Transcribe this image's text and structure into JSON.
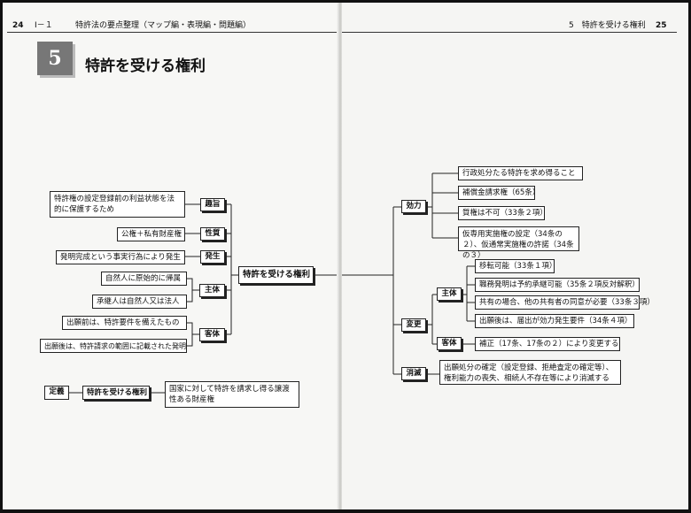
{
  "header": {
    "left_page_num": "24",
    "left_chapter": "Ⅰ－１",
    "left_title": "特許法の要点整理（マップ編・表現編・問題編）",
    "right_section": "5　特許を受ける権利",
    "right_page_num": "25"
  },
  "section": {
    "number": "5",
    "title": "特許を受ける権利"
  },
  "map": {
    "center": "特許を受ける権利",
    "left": {
      "purpose": {
        "label": "趣旨",
        "item": "特許権の設定登録前の利益状態を法的に保護するため"
      },
      "nature": {
        "label": "性質",
        "item": "公権＋私有財産権"
      },
      "origin": {
        "label": "発生",
        "item": "発明完成という事実行為により発生"
      },
      "subject": {
        "label": "主体",
        "items": [
          "自然人に原始的に帰属",
          "承継人は自然人又は法人"
        ]
      },
      "object": {
        "label": "客体",
        "items": [
          "出願前は、特許要件を備えたもの",
          "出願後は、特許請求の範囲に記載された発明"
        ]
      }
    },
    "right": {
      "effect": {
        "label": "効力",
        "items": [
          "行政処分たる特許を求め得ること",
          "補償金請求権（65条）",
          "質権は不可（33条２項）",
          "仮専用実施権の設定（34条の２）、仮通常実施権の許諾（34条の３）"
        ]
      },
      "change": {
        "label": "変更",
        "subject": {
          "label": "主体",
          "items": [
            "移転可能（33条１項）",
            "職務発明は予約承継可能（35条２項反対解釈）",
            "共有の場合、他の共有者の同意が必要（33条３項）",
            "出願後は、届出が効力発生要件（34条４項）"
          ]
        },
        "object": {
          "label": "客体",
          "items": [
            "補正（17条、17条の２）により変更する"
          ]
        }
      },
      "extinction": {
        "label": "消滅",
        "item": "出願処分の確定（設定登録、拒絶査定の確定等）、権利能力の喪失、相続人不存在等により消滅する"
      }
    },
    "definition": {
      "label": "定義",
      "term": "特許を受ける権利",
      "text": "国家に対して特許を請求し得る譲渡性ある財産権"
    }
  }
}
